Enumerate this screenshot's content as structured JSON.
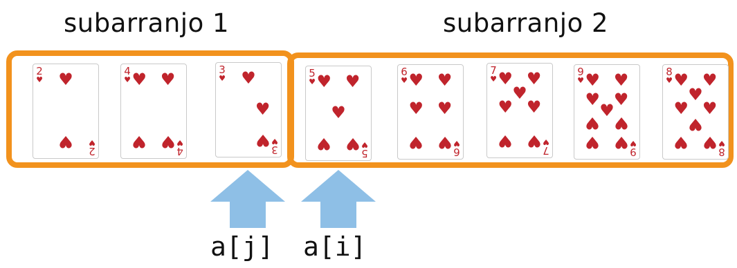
{
  "titles": {
    "sub1": "subarranjo 1",
    "sub2": "subarranjo 2"
  },
  "colors": {
    "box": "#f2921d",
    "arrow": "#8ebfe6",
    "suit": "#c0242c"
  },
  "cards": [
    {
      "rank": "2",
      "suit": "♥"
    },
    {
      "rank": "4",
      "suit": "♥"
    },
    {
      "rank": "3",
      "suit": "♥"
    },
    {
      "rank": "5",
      "suit": "♥"
    },
    {
      "rank": "6",
      "suit": "♥"
    },
    {
      "rank": "7",
      "suit": "♥"
    },
    {
      "rank": "9",
      "suit": "♥"
    },
    {
      "rank": "8",
      "suit": "♥"
    }
  ],
  "pointers": {
    "j": "a[j]",
    "i": "a[i]"
  }
}
